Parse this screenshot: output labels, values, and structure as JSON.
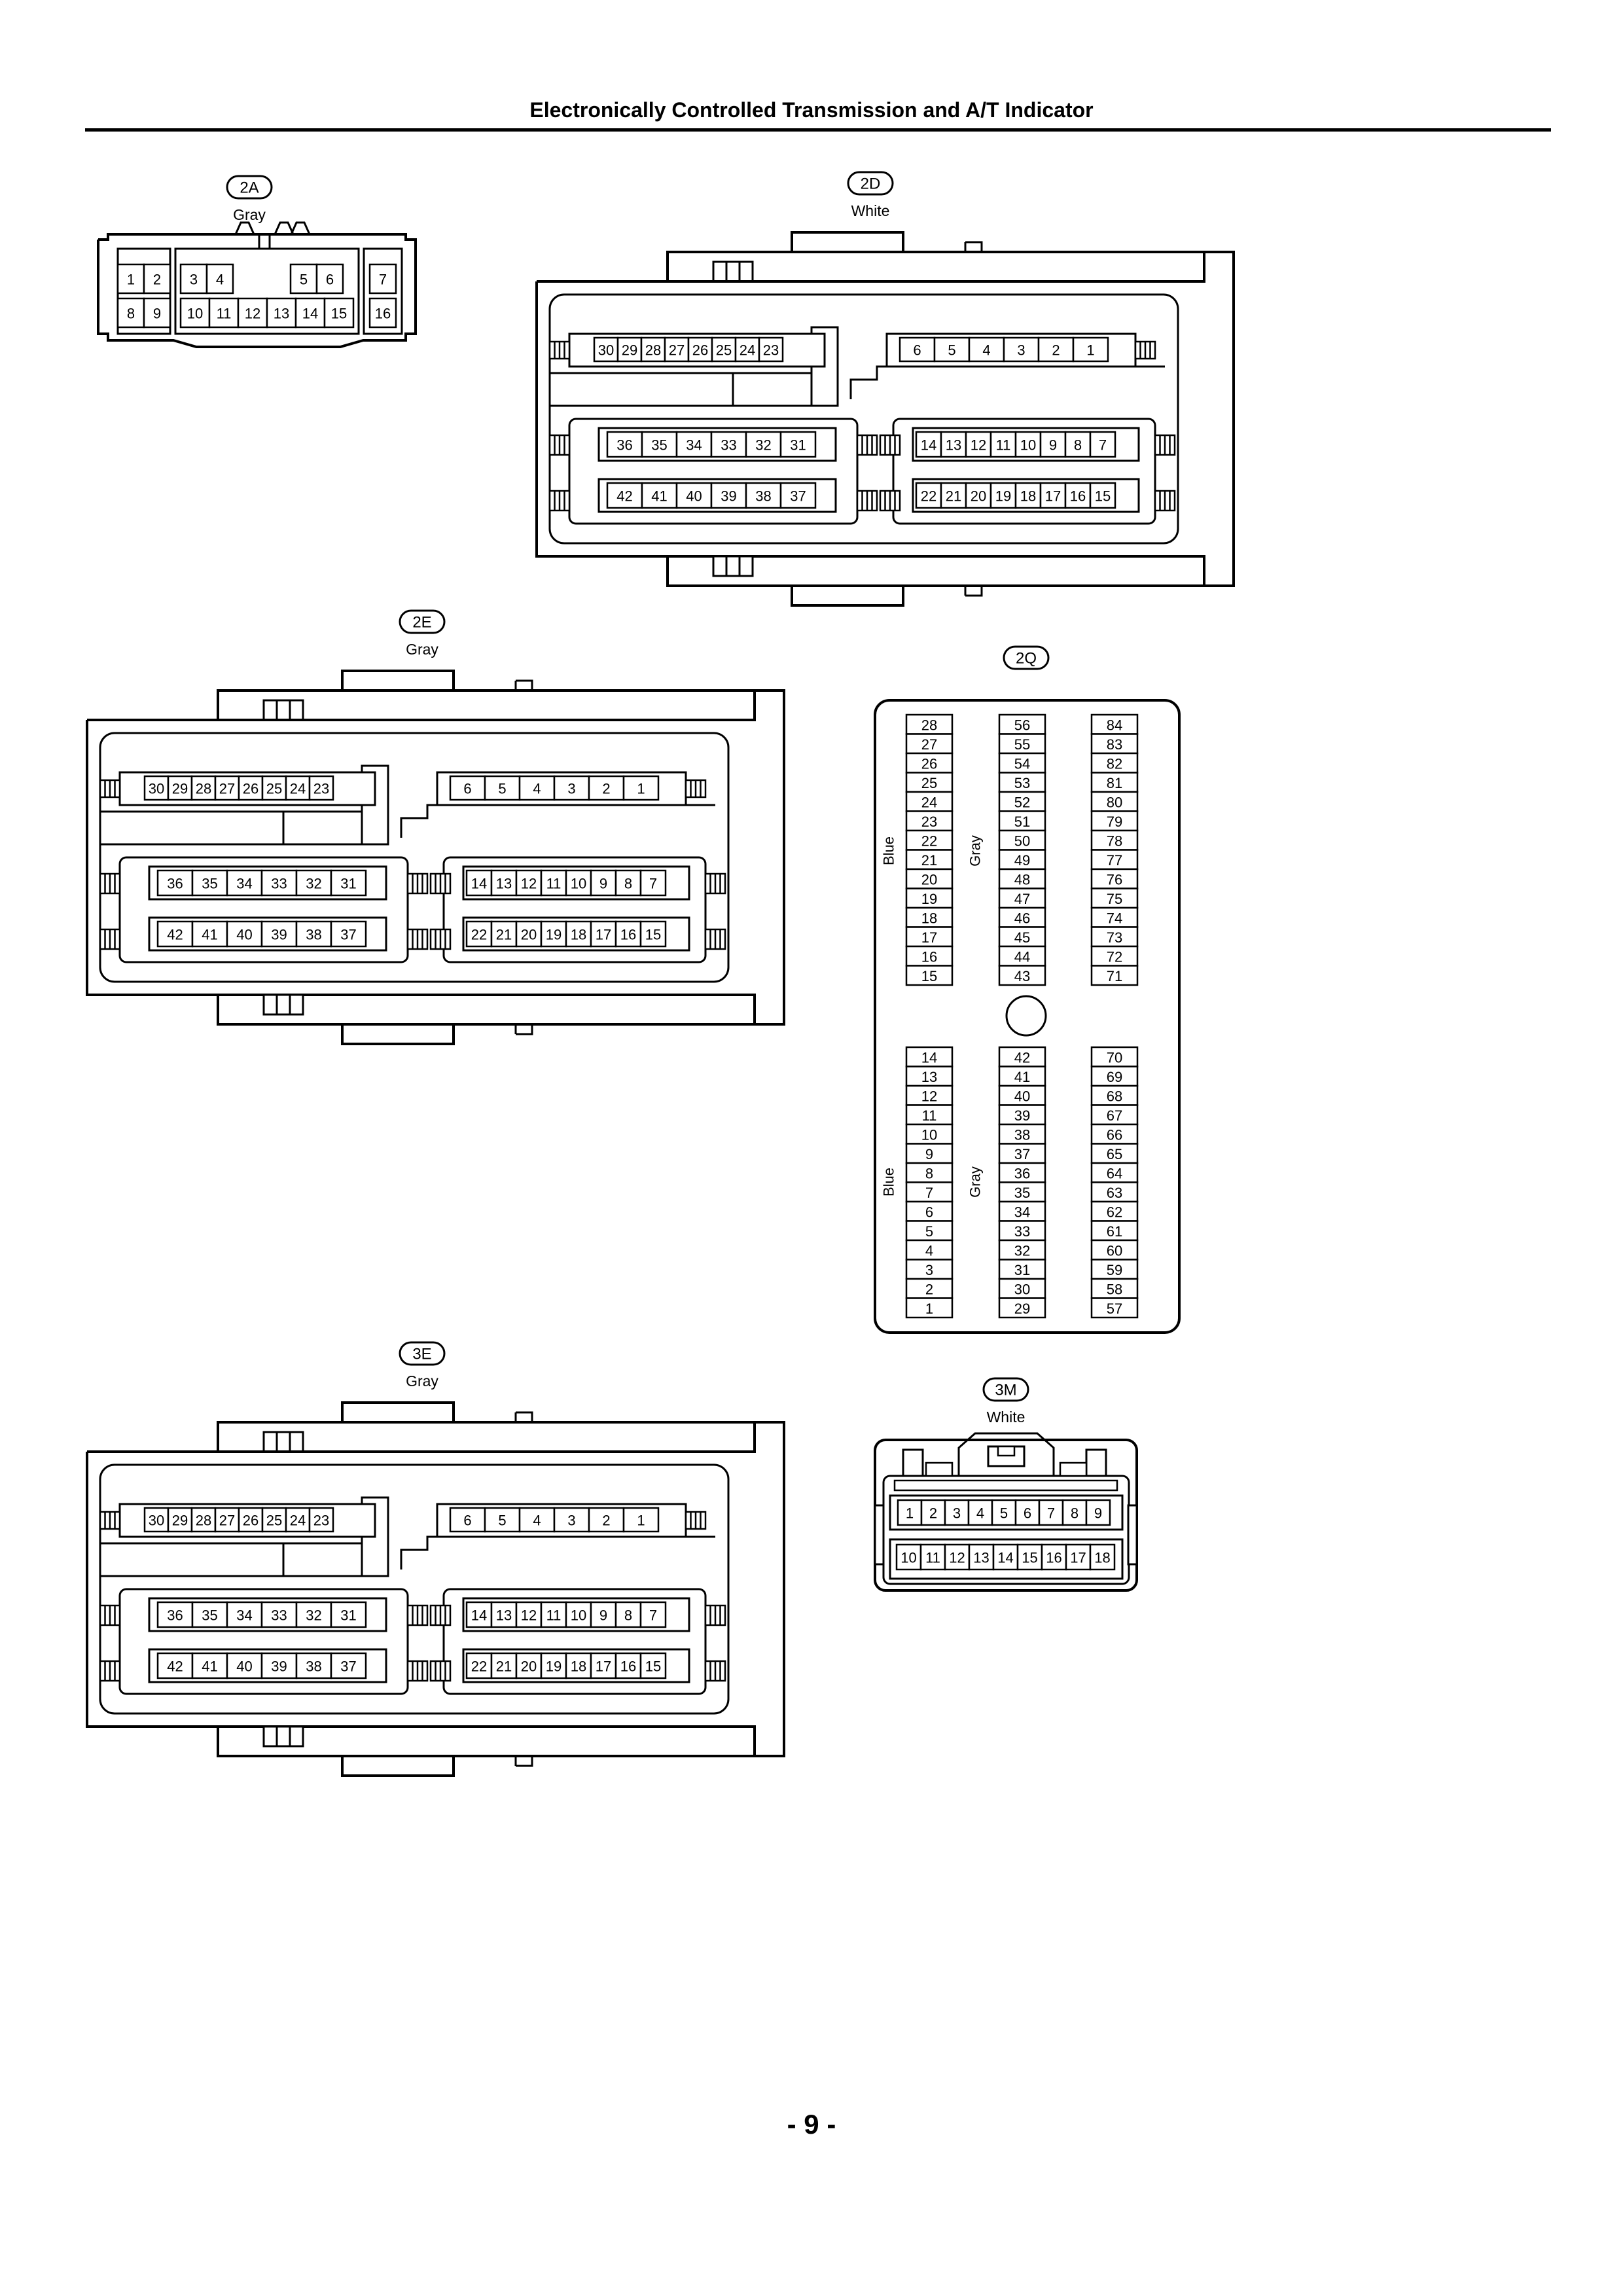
{
  "page": {
    "title": "Electronically Controlled Transmission and A/T Indicator",
    "page_number": "- 9 -"
  },
  "connectors": {
    "c2A": {
      "code": "2A",
      "color": "Gray",
      "top_groups": [
        [
          "1",
          "2"
        ],
        [
          "3",
          "4",
          "",
          "",
          "5",
          "6"
        ],
        [
          "7"
        ]
      ],
      "bottom_groups": [
        [
          "8",
          "9"
        ],
        [
          "10",
          "11",
          "12",
          "13",
          "14",
          "15"
        ],
        [
          "16"
        ]
      ]
    },
    "c2D": {
      "code": "2D",
      "color": "White",
      "block_a": [
        "30",
        "29",
        "28",
        "27",
        "26",
        "25",
        "24",
        "23"
      ],
      "block_b": [
        "6",
        "5",
        "4",
        "3",
        "2",
        "1"
      ],
      "block_c1": [
        "36",
        "35",
        "34",
        "33",
        "32",
        "31"
      ],
      "block_c2": [
        "42",
        "41",
        "40",
        "39",
        "38",
        "37"
      ],
      "block_d1": [
        "14",
        "13",
        "12",
        "11",
        "10",
        "9",
        "8",
        "7"
      ],
      "block_d2": [
        "22",
        "21",
        "20",
        "19",
        "18",
        "17",
        "16",
        "15"
      ]
    },
    "c2E": {
      "code": "2E",
      "color": "Gray",
      "block_a": [
        "30",
        "29",
        "28",
        "27",
        "26",
        "25",
        "24",
        "23"
      ],
      "block_b": [
        "6",
        "5",
        "4",
        "3",
        "2",
        "1"
      ],
      "block_c1": [
        "36",
        "35",
        "34",
        "33",
        "32",
        "31"
      ],
      "block_c2": [
        "42",
        "41",
        "40",
        "39",
        "38",
        "37"
      ],
      "block_d1": [
        "14",
        "13",
        "12",
        "11",
        "10",
        "9",
        "8",
        "7"
      ],
      "block_d2": [
        "22",
        "21",
        "20",
        "19",
        "18",
        "17",
        "16",
        "15"
      ]
    },
    "c3E": {
      "code": "3E",
      "color": "Gray",
      "block_a": [
        "30",
        "29",
        "28",
        "27",
        "26",
        "25",
        "24",
        "23"
      ],
      "block_b": [
        "6",
        "5",
        "4",
        "3",
        "2",
        "1"
      ],
      "block_c1": [
        "36",
        "35",
        "34",
        "33",
        "32",
        "31"
      ],
      "block_c2": [
        "42",
        "41",
        "40",
        "39",
        "38",
        "37"
      ],
      "block_d1": [
        "14",
        "13",
        "12",
        "11",
        "10",
        "9",
        "8",
        "7"
      ],
      "block_d2": [
        "22",
        "21",
        "20",
        "19",
        "18",
        "17",
        "16",
        "15"
      ]
    },
    "c2Q": {
      "code": "2Q",
      "upper_label_1": "Blue",
      "upper_label_2": "Gray",
      "lower_label_1": "Blue",
      "lower_label_2": "Gray",
      "upper_col1": [
        "28",
        "27",
        "26",
        "25",
        "24",
        "23",
        "22",
        "21",
        "20",
        "19",
        "18",
        "17",
        "16",
        "15"
      ],
      "upper_col2": [
        "56",
        "55",
        "54",
        "53",
        "52",
        "51",
        "50",
        "49",
        "48",
        "47",
        "46",
        "45",
        "44",
        "43"
      ],
      "upper_col3": [
        "84",
        "83",
        "82",
        "81",
        "80",
        "79",
        "78",
        "77",
        "76",
        "75",
        "74",
        "73",
        "72",
        "71"
      ],
      "lower_col1": [
        "14",
        "13",
        "12",
        "11",
        "10",
        "9",
        "8",
        "7",
        "6",
        "5",
        "4",
        "3",
        "2",
        "1"
      ],
      "lower_col2": [
        "42",
        "41",
        "40",
        "39",
        "38",
        "37",
        "36",
        "35",
        "34",
        "33",
        "32",
        "31",
        "30",
        "29"
      ],
      "lower_col3": [
        "70",
        "69",
        "68",
        "67",
        "66",
        "65",
        "64",
        "63",
        "62",
        "61",
        "60",
        "59",
        "58",
        "57"
      ]
    },
    "c3M": {
      "code": "3M",
      "color": "White",
      "top_row": [
        "1",
        "2",
        "3",
        "4",
        "5",
        "6",
        "7",
        "8",
        "9"
      ],
      "bottom_row": [
        "10",
        "11",
        "12",
        "13",
        "14",
        "15",
        "16",
        "17",
        "18"
      ]
    }
  }
}
